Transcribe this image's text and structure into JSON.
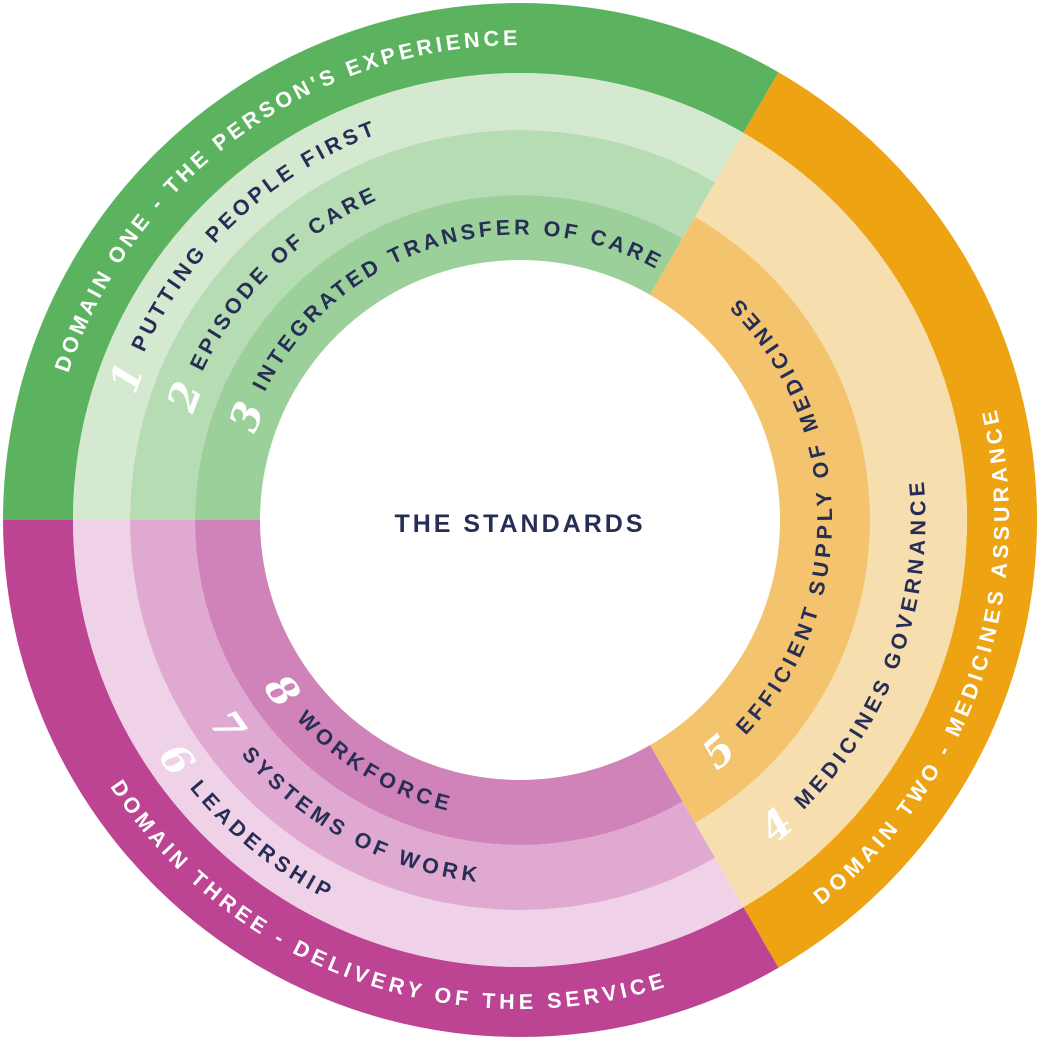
{
  "title": "THE STANDARDS",
  "colors": {
    "background": "#ffffff",
    "standard_label_text": "#262e55",
    "domain_label_text": "#ffffff",
    "number_text": "#ffffff"
  },
  "domains": [
    {
      "name": "DOMAIN ONE - THE PERSON'S EXPERIENCE",
      "color": "#5cb35f",
      "standards": [
        {
          "number": "1",
          "label": "PUTTING PEOPLE FIRST",
          "color": "#d5e9d1"
        },
        {
          "number": "2",
          "label": "EPISODE OF CARE",
          "color": "#b6dcb3"
        },
        {
          "number": "3",
          "label": "INTEGRATED TRANSFER OF CARE",
          "color": "#9cd09a"
        }
      ]
    },
    {
      "name": "DOMAIN TWO - MEDICINES ASSURANCE",
      "color": "#eda312",
      "standards": [
        {
          "number": "4",
          "label": "MEDICINES GOVERNANCE",
          "color": "#f7deae"
        },
        {
          "number": "5",
          "label": "EFFICIENT SUPPLY OF MEDICINES",
          "color": "#f3c46d"
        }
      ]
    },
    {
      "name": "DOMAIN THREE - DELIVERY OF THE SERVICE",
      "color": "#bc4493",
      "standards": [
        {
          "number": "6",
          "label": "LEADERSHIP",
          "color": "#efd2e8"
        },
        {
          "number": "7",
          "label": "SYSTEMS OF WORK",
          "color": "#e0a9d1"
        },
        {
          "number": "8",
          "label": "WORKFORCE",
          "color": "#d083b8"
        }
      ]
    }
  ]
}
